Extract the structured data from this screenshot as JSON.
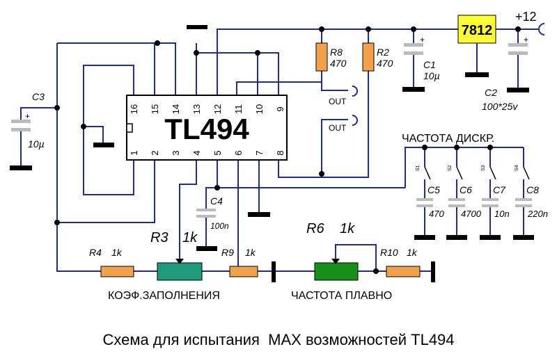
{
  "ic": {
    "name": "TL494",
    "pins_top": [
      "16",
      "15",
      "14",
      "13",
      "12",
      "11",
      "10",
      "9"
    ],
    "pins_bottom": [
      "1",
      "2",
      "3",
      "4",
      "5",
      "6",
      "7",
      "8"
    ]
  },
  "regulator": {
    "label": "7812",
    "color": "#ffff33"
  },
  "supply": {
    "label": "+12"
  },
  "outputs": {
    "out1": "OUT",
    "out2": "OUT"
  },
  "components": {
    "c1": {
      "name": "C1",
      "value": "10µ"
    },
    "c2": {
      "name": "C2",
      "value": "100*25v"
    },
    "c3": {
      "name": "C3",
      "value": "10µ"
    },
    "c4": {
      "name": "C4",
      "value": "100n"
    },
    "c5": {
      "name": "C5",
      "value": "470"
    },
    "c6": {
      "name": "C6",
      "value": "4700"
    },
    "c7": {
      "name": "C7",
      "value": "10n"
    },
    "c8": {
      "name": "C8",
      "value": "220n"
    },
    "r2": {
      "name": "R2",
      "value": "470"
    },
    "r8": {
      "name": "R8",
      "value": "470"
    },
    "r3": {
      "name": "R3",
      "value": "1k"
    },
    "r4": {
      "name": "R4",
      "value": "1k"
    },
    "r6": {
      "name": "R6",
      "value": "1k"
    },
    "r9": {
      "name": "R9",
      "value": "1k"
    },
    "r10": {
      "name": "R10",
      "value": "1k"
    }
  },
  "switches": [
    "S1",
    "S2",
    "S3",
    "S4"
  ],
  "labels": {
    "freq_discrete": "ЧАСТОТА ДИСКР.",
    "duty": "КОЭФ.ЗАПОЛНЕНИЯ",
    "freq_smooth": "ЧАСТОТА ПЛАВНО"
  },
  "caption": "Схема для испытания  MAX возможностей TL494",
  "colors": {
    "wire": "#1f2a9e",
    "resistor": "#f4a24a",
    "pot": "#1f9a7a",
    "pot_green": "#1a8f1a",
    "cap_plate": "#bbbbbb",
    "cap_plus": "#2a4fd6"
  }
}
